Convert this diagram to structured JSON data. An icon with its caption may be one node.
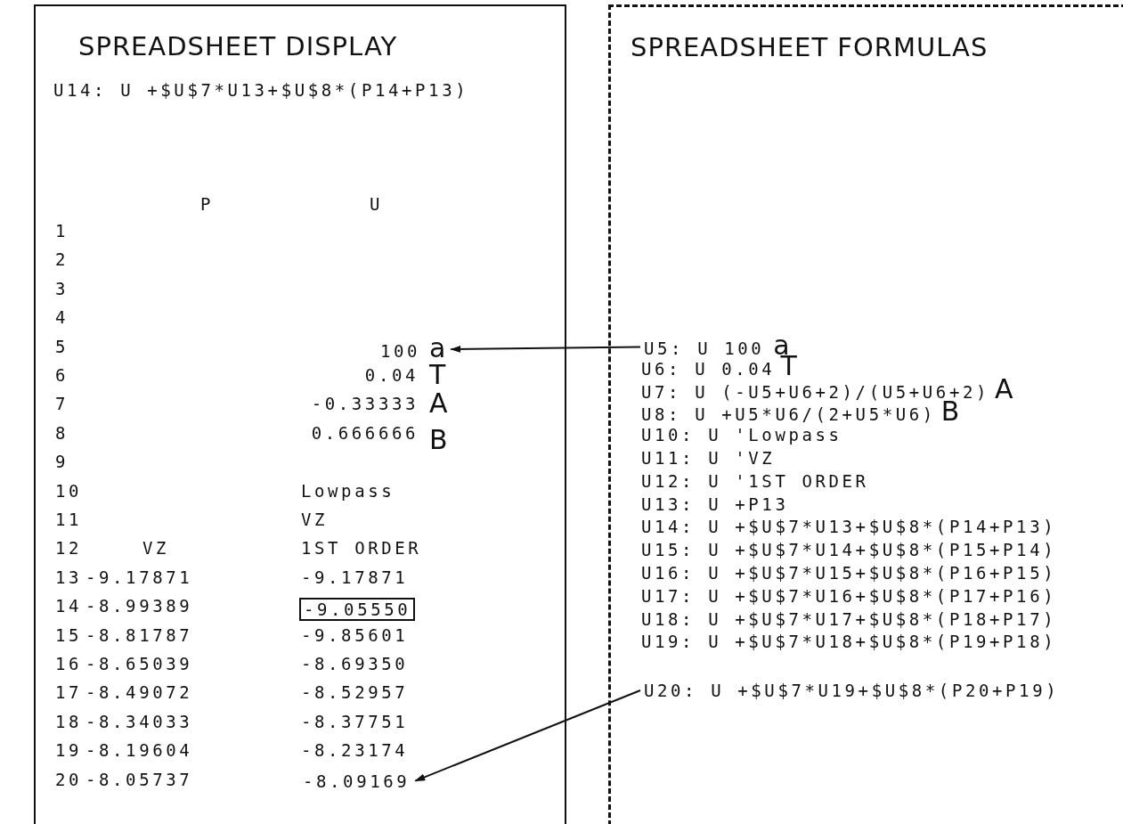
{
  "diagram": {
    "nodes": [
      {
        "text": [
          "SPREADSHEET DISPLAY"
        ]
      },
      {
        "text": [
          "100"
        ],
        "beside": [
          "a"
        ],
        "in": 0
      },
      {
        "text": [
          "-9.05550"
        ],
        "in": 0
      },
      {
        "text": [
          "-8.09169"
        ],
        "in": 0
      },
      {
        "text": [
          "SPREADSHEET FORMULAS"
        ]
      },
      {
        "text": [
          "U5: U 100"
        ],
        "beside": [
          "a"
        ],
        "in": 4
      },
      {
        "text": [
          "U20: U +$U$7*U19+$U$8*(P20+P19)"
        ],
        "in": 4
      }
    ],
    "edges": [
      {
        "from": 5,
        "to": 1,
        "arrow": "to"
      },
      {
        "from": 6,
        "to": 3,
        "arrow": "to"
      }
    ],
    "labels": [
      "U14: U +$U$7*U13+$U$8*(P14+P13)",
      "P",
      "U",
      "1",
      "2",
      "3",
      "4",
      "5",
      "6",
      "0.04",
      "T",
      "7",
      "-0.33333",
      "A",
      "8",
      "0.666666",
      "B",
      "9",
      "10",
      "Lowpass",
      "11",
      "VZ",
      "12",
      "VZ",
      "1ST ORDER",
      "13",
      "-9.17871",
      "-9.17871",
      "14",
      "-8.99389",
      "15",
      "-8.81787",
      "-9.85601",
      "16",
      "-8.65039",
      "-8.69350",
      "17",
      "-8.49072",
      "-8.52957",
      "18",
      "-8.34033",
      "-8.37751",
      "19",
      "-8.19604",
      "-8.23174",
      "20",
      "-8.05737",
      "U6: U 0.04",
      "T",
      "U7: U (-U5+U6+2)/(U5+U6+2)",
      "A",
      "U8: U +U5*U6/(2+U5*U6)",
      "B",
      "U10: U 'Lowpass",
      "U11: U 'VZ",
      "U12: U '1ST ORDER",
      "U13: U +P13",
      "U14: U +$U$7*U13+$U$8*(P14+P13)",
      "U15: U +$U$7*U14+$U$8*(P15+P14)",
      "U16: U +$U$7*U15+$U$8*(P16+P15)",
      "U17: U +$U$7*U16+$U$8*(P17+P16)",
      "U18: U +$U$7*U17+$U$8*(P18+P17)",
      "U19: U +$U$7*U18+$U$8*(P19+P18)"
    ]
  }
}
